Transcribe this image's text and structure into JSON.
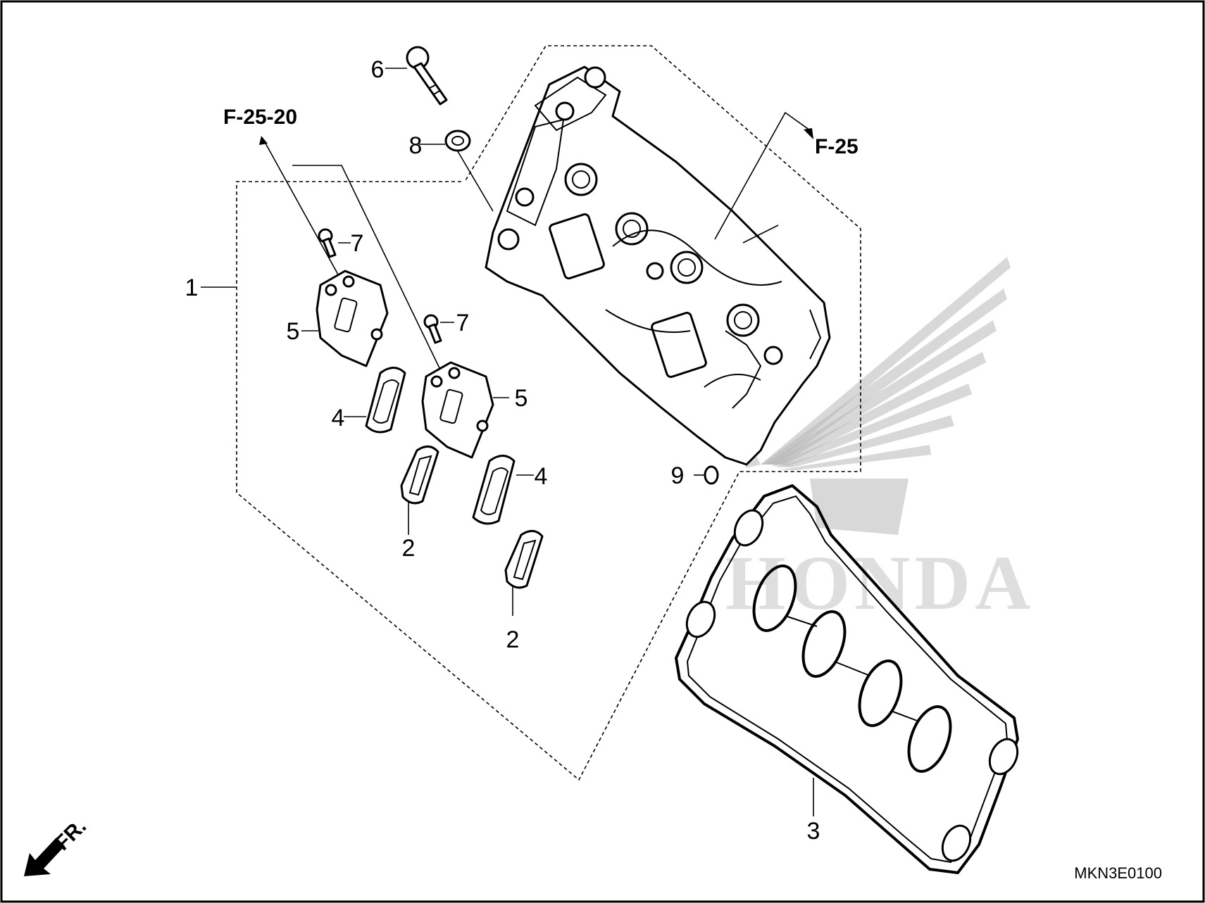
{
  "callouts": {
    "c1": "1",
    "c2a": "2",
    "c2b": "2",
    "c3": "3",
    "c4a": "4",
    "c4b": "4",
    "c5a": "5",
    "c5b": "5",
    "c6": "6",
    "c7a": "7",
    "c7b": "7",
    "c8": "8",
    "c9": "9"
  },
  "references": {
    "ref_left": "F-25-20",
    "ref_right": "F-25"
  },
  "direction_label": "FR.",
  "diagram_code": "MKN3E0100",
  "watermark": {
    "brand": "HONDA",
    "icon": "honda-wing-logo"
  }
}
